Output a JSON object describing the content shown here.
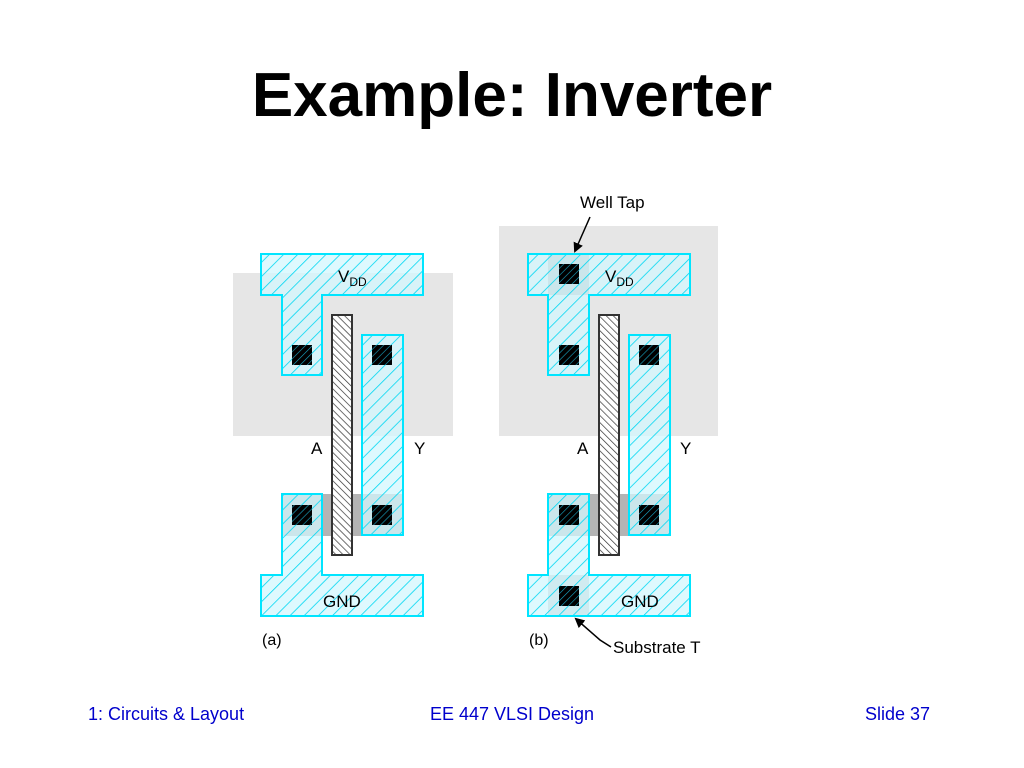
{
  "title": "Example: Inverter",
  "diagram_a": {
    "vdd_label": "V",
    "vdd_sub": "DD",
    "gnd_label": "GND",
    "input_label": "A",
    "output_label": "Y",
    "caption": "(a)"
  },
  "diagram_b": {
    "vdd_label": "V",
    "vdd_sub": "DD",
    "gnd_label": "GND",
    "input_label": "A",
    "output_label": "Y",
    "caption": "(b)",
    "well_tap_label": "Well Tap",
    "substrate_tap_label": "Substrate T"
  },
  "colors": {
    "metal": "#00e5ff",
    "metal_fill": "#c8f4fc",
    "poly": "#333333",
    "nwell": "#e6e6e6",
    "diffusion": "#b4b4b4",
    "contact": "#000000",
    "footer_text": "#0000cc"
  },
  "footer": {
    "left": "1: Circuits & Layout",
    "center": "EE 447 VLSI Design",
    "right": "Slide 37"
  }
}
